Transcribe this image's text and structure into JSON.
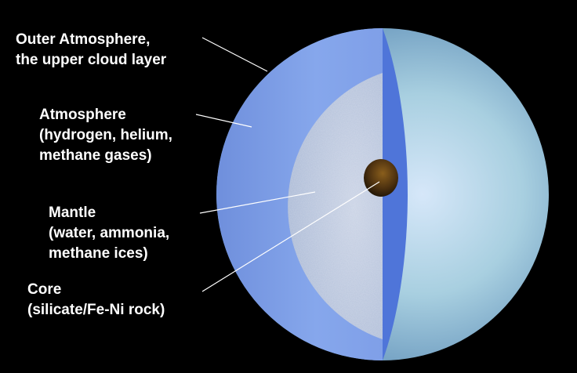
{
  "labels": {
    "outer_atmosphere": [
      "Outer Atmosphere,",
      "the upper cloud layer"
    ],
    "atmosphere": [
      "Atmosphere",
      "(hydrogen, helium,",
      "methane gases)"
    ],
    "mantle": [
      "Mantle",
      "(water, ammonia,",
      "methane ices)"
    ],
    "core": [
      "Core",
      "(silicate/Fe-Ni rock)"
    ]
  },
  "colors": {
    "background": "#000000",
    "planet_surface": "#a8d0e0",
    "outer_shell": "#7e9fe6",
    "inner_shell_edge": "#4f75d9",
    "mantle": "#b6c3d8",
    "core": "#4a2f0d",
    "leader_line": "#ffffff",
    "label_text": "#ffffff"
  }
}
